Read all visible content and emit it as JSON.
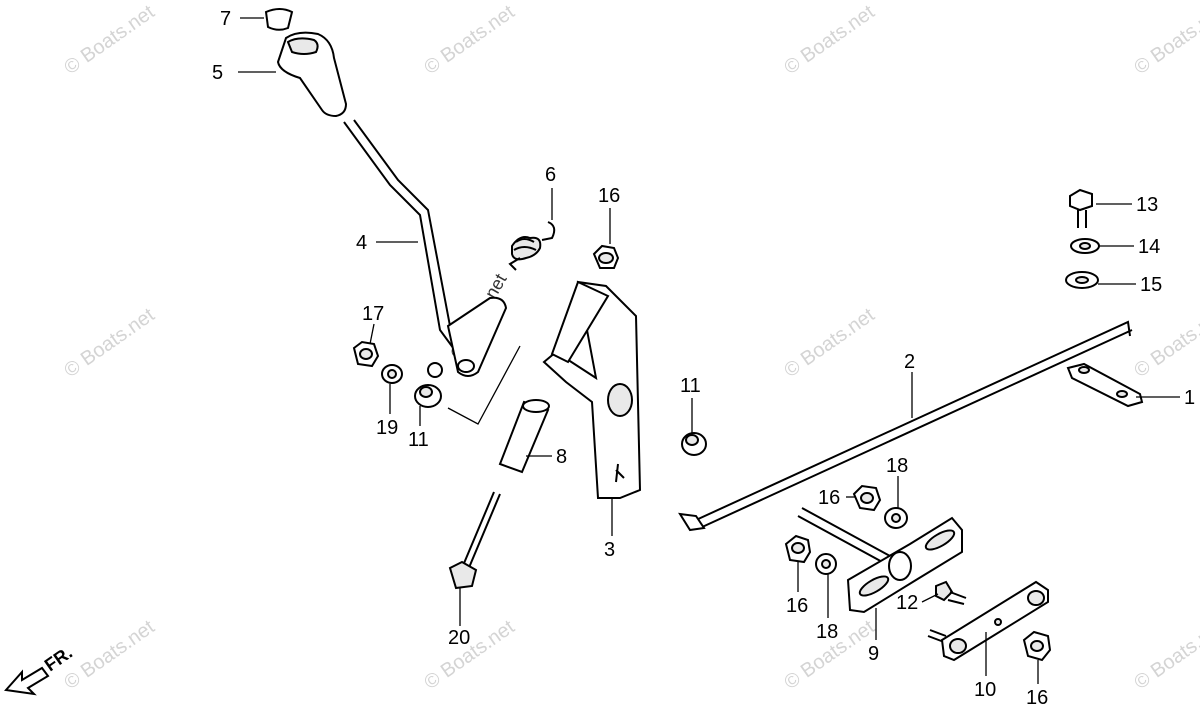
{
  "diagram": {
    "watermark": "© Boats.net",
    "direction_label": "FR.",
    "callouts": [
      {
        "id": "c7",
        "label": "7"
      },
      {
        "id": "c5",
        "label": "5"
      },
      {
        "id": "c4",
        "label": "4"
      },
      {
        "id": "c6",
        "label": "6"
      },
      {
        "id": "c16a",
        "label": "16"
      },
      {
        "id": "c17",
        "label": "17"
      },
      {
        "id": "c19",
        "label": "19"
      },
      {
        "id": "c11a",
        "label": "11"
      },
      {
        "id": "c11b",
        "label": "11"
      },
      {
        "id": "c8",
        "label": "8"
      },
      {
        "id": "c3",
        "label": "3"
      },
      {
        "id": "c20",
        "label": "20"
      },
      {
        "id": "c13",
        "label": "13"
      },
      {
        "id": "c14",
        "label": "14"
      },
      {
        "id": "c15",
        "label": "15"
      },
      {
        "id": "c2",
        "label": "2"
      },
      {
        "id": "c1",
        "label": "1"
      },
      {
        "id": "c18a",
        "label": "18"
      },
      {
        "id": "c16b",
        "label": "16"
      },
      {
        "id": "c16c",
        "label": "16"
      },
      {
        "id": "c18b",
        "label": "18"
      },
      {
        "id": "c12",
        "label": "12"
      },
      {
        "id": "c9",
        "label": "9"
      },
      {
        "id": "c10",
        "label": "10"
      },
      {
        "id": "c16d",
        "label": "16"
      }
    ]
  }
}
